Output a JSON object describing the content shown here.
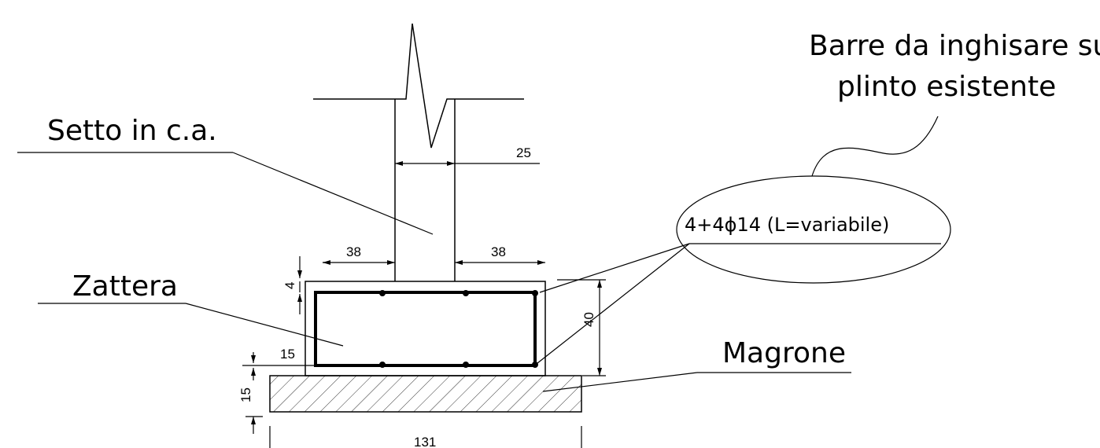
{
  "labels": {
    "setto": "Setto in c.a.",
    "zattera": "Zattera",
    "magrone": "Magrone",
    "barre_line1": "Barre da inghisare sul",
    "barre_line2": "plinto esistente",
    "reinforcement": "4+4ϕ14 (L=variabile)"
  },
  "dimensions": {
    "wall_thickness": "25",
    "left_overhang": "38",
    "right_overhang": "38",
    "cover": "4",
    "raft_height": "40",
    "bottom_offset": "15",
    "lean_concrete_thickness": "15",
    "total_width": "131"
  }
}
